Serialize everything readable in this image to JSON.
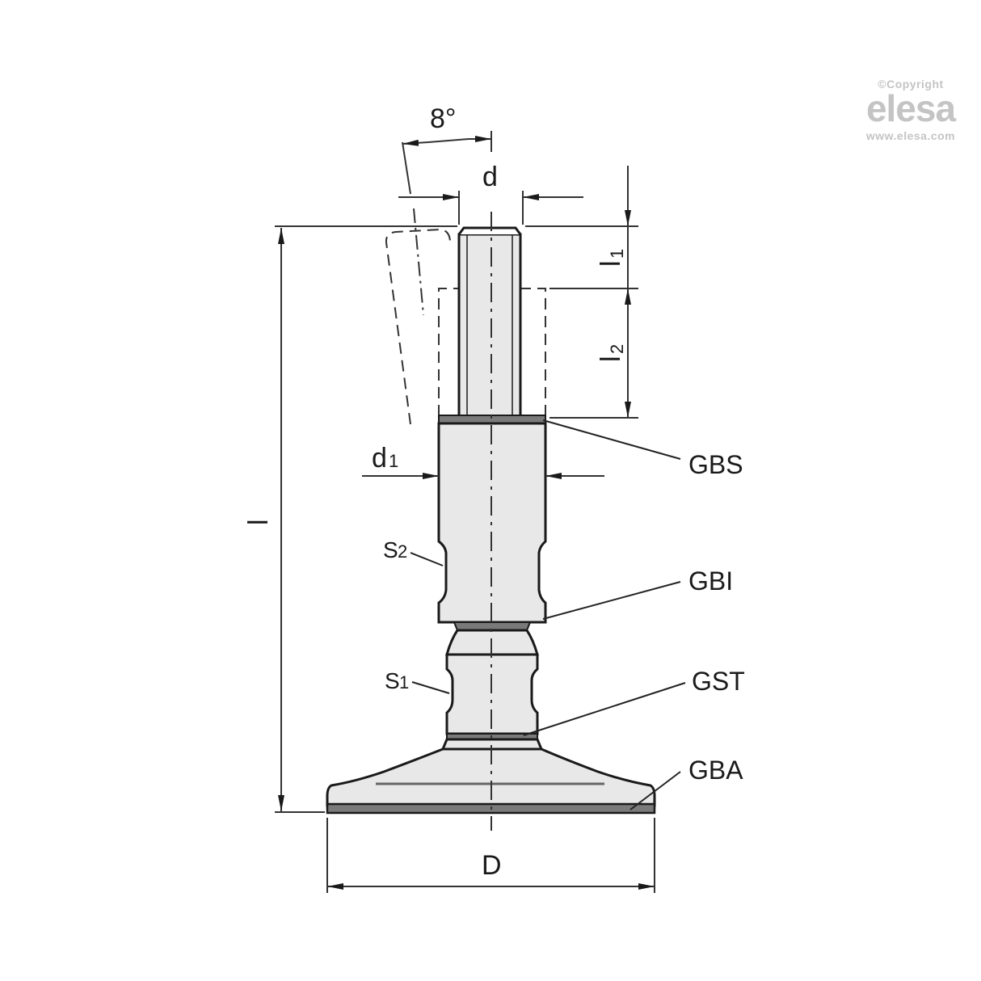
{
  "watermark": {
    "copyright": "©Copyright",
    "brand": "elesa",
    "url": "www.elesa.com"
  },
  "dimensions": {
    "angle": "8°",
    "thread_diameter": "d",
    "stud_diameter": "d1",
    "thread_length_1": "l1",
    "thread_length_2": "l2",
    "overall_height": "l",
    "base_diameter": "D"
  },
  "dimension_labels": {
    "d_main": "d",
    "d1_main": "d",
    "d1_sub": "1",
    "l1_main": "l",
    "l1_sub": "1",
    "l2_main": "l",
    "l2_sub": "2",
    "l_main": "l",
    "D_main": "D",
    "s2_main": "S",
    "s2_sub": "2",
    "s1_main": "S",
    "s1_sub": "1"
  },
  "callouts": [
    {
      "code": "GBS"
    },
    {
      "code": "GBI"
    },
    {
      "code": "GST"
    },
    {
      "code": "GBA"
    }
  ],
  "colors": {
    "line": "#1a1a1a",
    "fill": "#e8e8e8",
    "gasket": "#7a7a7a",
    "watermark": "#c4c4c4"
  }
}
